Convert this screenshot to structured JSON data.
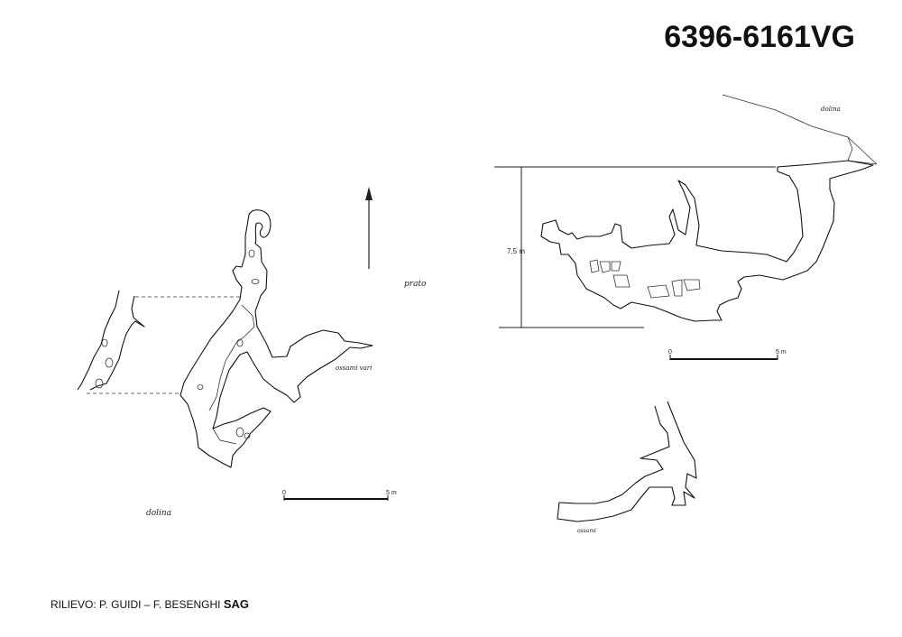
{
  "header": {
    "title": "6396-6161VG"
  },
  "footer": {
    "credit": "RILIEVO: P. GUIDI – F. BESENGHI",
    "organization": "SAG"
  },
  "plan": {
    "labels": {
      "meadow": "prato",
      "doline": "dolina",
      "bones": "ossami vari"
    },
    "scale": {
      "start": "0",
      "end": "5 m"
    },
    "north_arrow": "north-arrow"
  },
  "section": {
    "labels": {
      "doline": "dolina"
    },
    "height_label": "7,5 m",
    "scale": {
      "start": "0",
      "end": "5 m"
    }
  },
  "cross_section": {
    "labels": {
      "bones": "ossami"
    }
  }
}
